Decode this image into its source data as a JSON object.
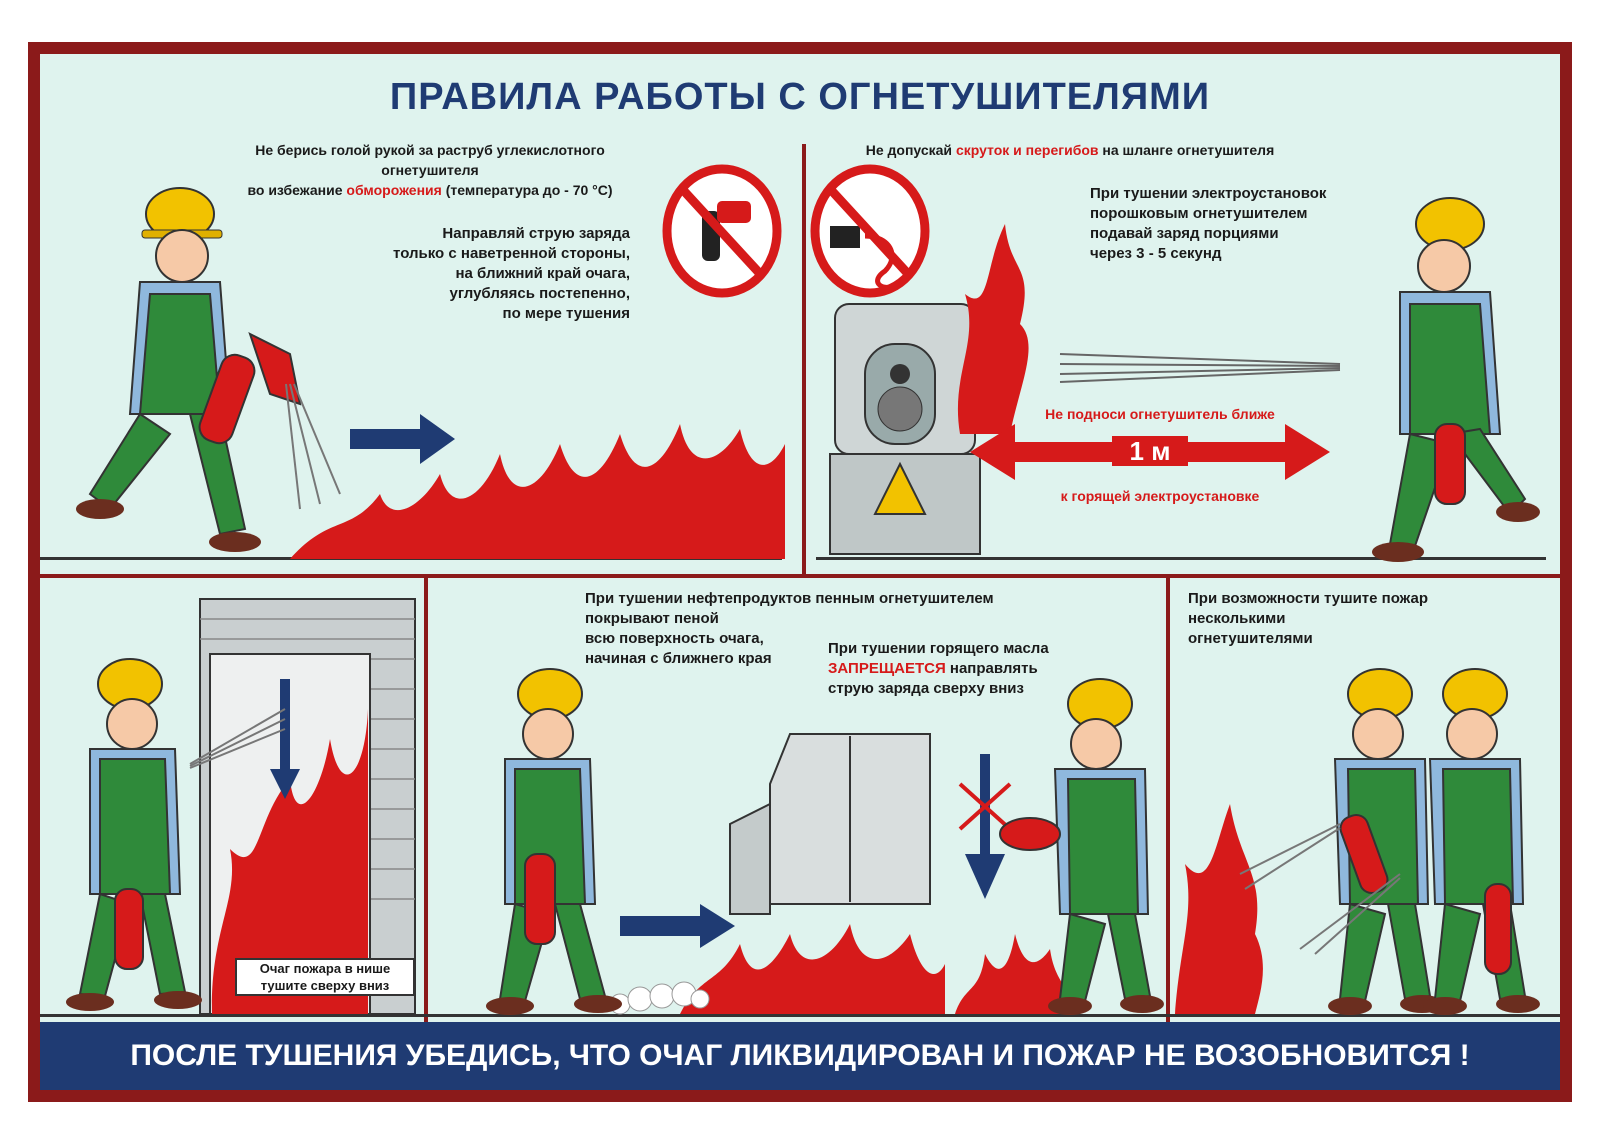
{
  "title": "ПРАВИЛА РАБОТЫ С  ОГНЕТУШИТЕЛЯМИ",
  "panel1": {
    "warning_line1": "Не берись голой рукой за раструб углекислотного огнетушителя",
    "warning_line2_a": "во избежание ",
    "warning_line2_red": "обморожения",
    "warning_line2_b": " (температура до - 70 °С)",
    "direction_text": [
      "Направляй струю заряда",
      "только с наветренной стороны,",
      "на ближний край очага,",
      "углубляясь постепенно,",
      "по мере тушения"
    ]
  },
  "panel2": {
    "warning_a": "Не допускай ",
    "warning_red": "скруток и перегибов",
    "warning_b": " на шланге огнетушителя",
    "powder_text": [
      "При тушении электроустановок",
      "порошковым огнетушителем",
      "подавай заряд порциями",
      "через 3 - 5 секунд"
    ],
    "distance_top": "Не подноси огнетушитель ближе",
    "distance_value": "1 м",
    "distance_bottom": "к горящей электроустановке"
  },
  "panel3": {
    "niche_text": [
      "Очаг пожара в нише",
      "тушите сверху вниз"
    ]
  },
  "panel4": {
    "foam_text": [
      "При тушении нефтепродуктов пенным огнетушителем",
      "покрывают пеной",
      "всю поверхность очага,",
      "начиная с ближнего края"
    ],
    "oil_line1": "При тушении горящего масла",
    "oil_red": "ЗАПРЕЩАЕТСЯ",
    "oil_line2b": " направлять",
    "oil_line3": "струю заряда сверху вниз"
  },
  "panel5": {
    "multi_text": [
      "При возможности тушите пожар",
      "несколькими",
      "огнетушителями"
    ]
  },
  "footer": "ПОСЛЕ ТУШЕНИЯ УБЕДИСЬ, ЧТО ОЧАГ ЛИКВИДИРОВАН И ПОЖАР НЕ ВОЗОБНОВИТСЯ !",
  "colors": {
    "frame": "#8b1a1a",
    "background": "#dff3ee",
    "accent_blue": "#1f3b73",
    "fire_red": "#d61a1a",
    "helmet": "#f2c200",
    "overalls": "#2f8a3a"
  },
  "icons": [
    "worker-illustration",
    "extinguisher-icon",
    "flame-icon",
    "arrow-right-icon",
    "prohibition-sign-icon",
    "electrical-cabinet-icon",
    "high-voltage-icon",
    "truck-illustration",
    "brick-niche-illustration"
  ]
}
